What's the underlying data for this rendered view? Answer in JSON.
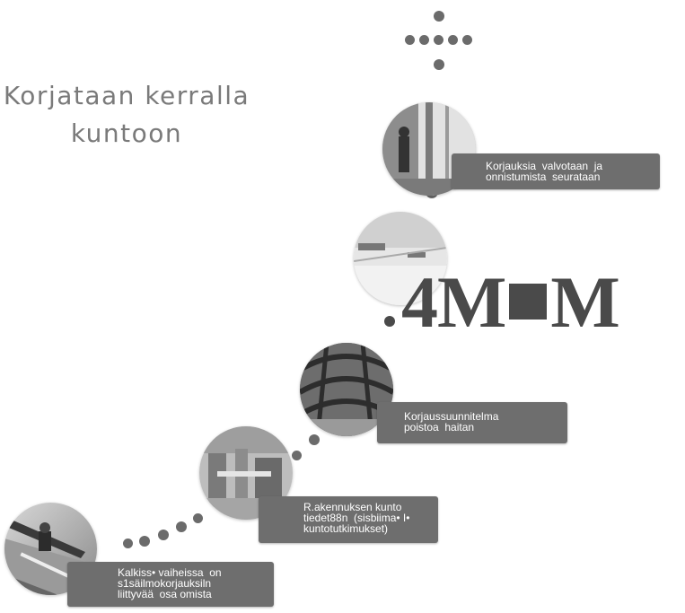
{
  "title": {
    "line1": "Korjataan kerralla",
    "line2": "kuntoon"
  },
  "big_text": {
    "left": "4M",
    "right": "M"
  },
  "steps": [
    {
      "lines": [
        "Kalkiss• vaiheissa  on",
        "s1säilmokorjauksiln",
        "liittyvää  osa omista"
      ]
    },
    {
      "lines": [
        "R.akennuksen kunto",
        "tiedet88n  (sisbiima• I•",
        "kuntotutkimukset)"
      ]
    },
    {
      "lines": [
        "Korjaussuunnitelma",
        "poistoa  haitan"
      ]
    },
    {
      "lines": [
        "Korjauksia  valvotaan  ja",
        "onnistumista  seurataan"
      ]
    }
  ],
  "colors": {
    "dot": "#6b6b6b",
    "label_bg": "#6e6e6e",
    "title": "#7a7a7a",
    "big_text": "#4a4a4a"
  }
}
